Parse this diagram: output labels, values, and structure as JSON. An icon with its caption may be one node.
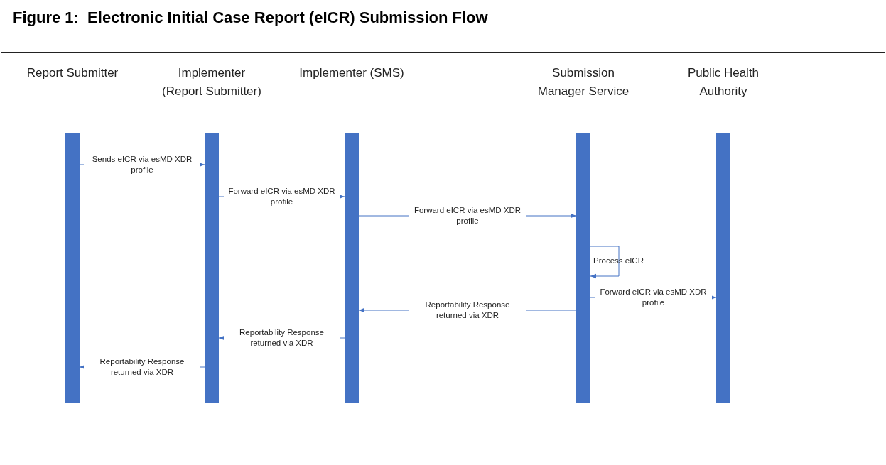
{
  "diagram": {
    "title": "Figure 1:  Electronic Initial Case Report (eICR) Submission Flow",
    "nodes": [
      {
        "text": [
          "Report Submitter"
        ]
      },
      {
        "text": [
          "Implementer (Report Submitter)"
        ]
      },
      {
        "text": [
          "Implementer (SMS)"
        ]
      },
      {
        "text": [
          "Submission Manager Service"
        ]
      },
      {
        "text": [
          "Public Health Authority"
        ]
      }
    ],
    "edges": [
      {
        "from": 0,
        "to": 1,
        "arrow": "to",
        "label": "Sends eICR via esMD XDR profile"
      },
      {
        "from": 1,
        "to": 2,
        "arrow": "to",
        "label": "Forward eICR via esMD XDR profile"
      },
      {
        "from": 2,
        "to": 3,
        "arrow": "to",
        "label": "Forward eICR via esMD XDR profile"
      },
      {
        "from": 3,
        "to": 3,
        "arrow": "to",
        "label": "Process eICR"
      },
      {
        "from": 3,
        "to": 4,
        "arrow": "to",
        "label": "Forward eICR via esMD XDR profile"
      },
      {
        "from": 3,
        "to": 2,
        "arrow": "to",
        "label": "Reportability Response returned via XDR"
      },
      {
        "from": 2,
        "to": 1,
        "arrow": "to",
        "label": "Reportability Response returned via XDR"
      },
      {
        "from": 1,
        "to": 0,
        "arrow": "to",
        "label": "Reportability Response returned via XDR"
      }
    ]
  }
}
